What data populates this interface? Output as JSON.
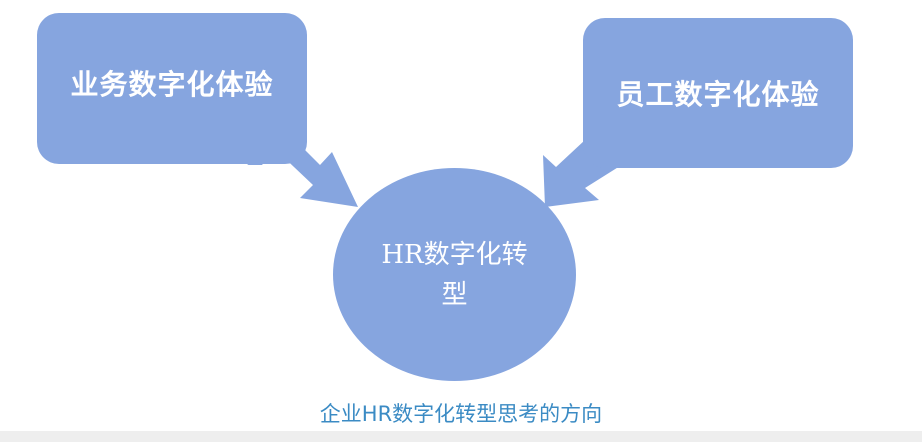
{
  "diagram": {
    "left_box": "业务数字化体验",
    "right_box": "员工数字化体验",
    "center_circle": "HR数字化转型",
    "caption": "企业HR数字化转型思考的方向"
  },
  "colors": {
    "shape_fill": "#86a5df",
    "caption_text": "#3b8bc4"
  }
}
